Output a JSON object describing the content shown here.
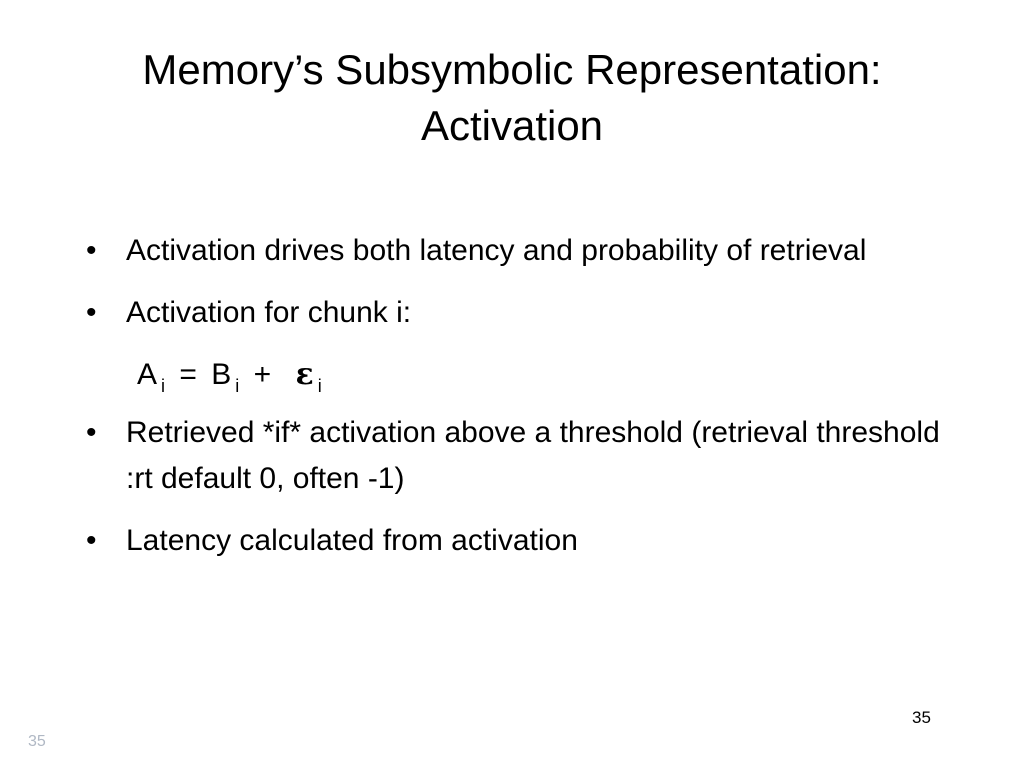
{
  "slide": {
    "title_line1": "Memory’s Subsymbolic Representation:",
    "title_line2": "Activation",
    "bullets": [
      {
        "text": "Activation drives both latency and probability of retrieval"
      },
      {
        "text": "Activation for chunk i:"
      },
      {
        "text": "Retrieved *if* activation above a threshold (retrieval threshold :rt default 0, often -1)"
      },
      {
        "text": "Latency calculated from activation"
      }
    ],
    "bullet_symbol": "•",
    "equation": {
      "lhs": "A",
      "lhs_sub": "i",
      "equals": "=",
      "b": "B",
      "b_sub": "i",
      "plus": "+",
      "epsilon": "ε",
      "epsilon_sub": "i"
    },
    "page_number": "35",
    "slide_number": "35"
  },
  "colors": {
    "background": "#ffffff",
    "text": "#000000",
    "slide_number": "#b0b8c4"
  }
}
